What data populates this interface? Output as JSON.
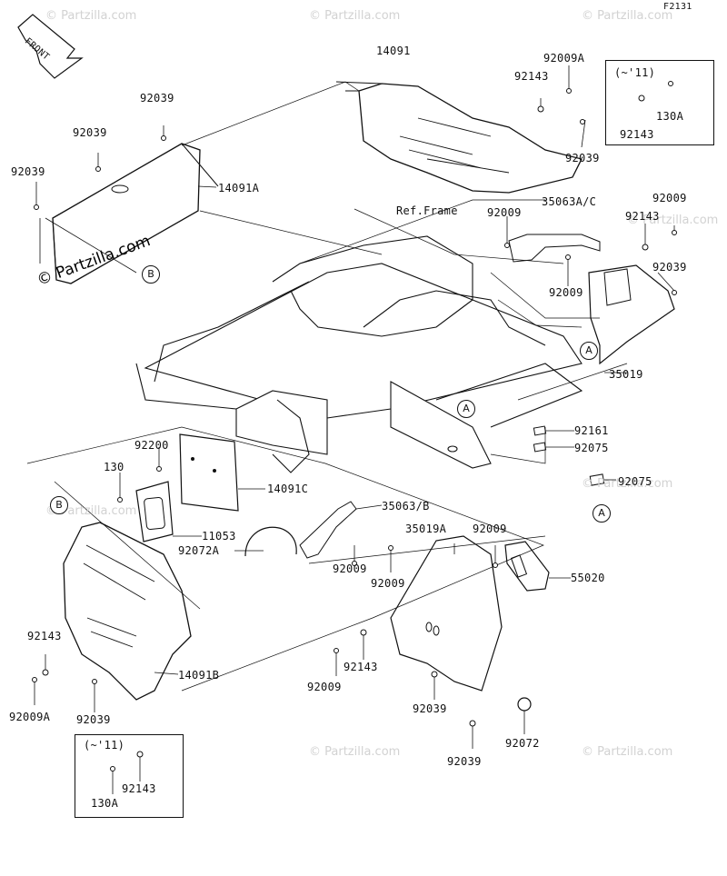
{
  "diagram": {
    "figure_code": "F2131",
    "direction": "FRONT",
    "ref_frame": "Ref.Frame",
    "inset_note": "(~'11)",
    "watermark": "© Partzilla.com",
    "callout_a": "A",
    "callout_b": "B",
    "parts": {
      "p14091": "14091",
      "p14091A": "14091A",
      "p14091B": "14091B",
      "p14091C": "14091C",
      "p92009A_top": "92009A",
      "p92143_top": "92143",
      "p92039_top_right": "92039",
      "p130A_top": "130A",
      "p92143_inset_top": "92143",
      "p92039_a": "92039",
      "p92039_b": "92039",
      "p92039_c": "92039",
      "p35063AC": "35063A/C",
      "p92009_mid": "92009",
      "p92009_mid2": "92009",
      "p92009_right": "92009",
      "p92143_right": "92143",
      "p92039_right": "92039",
      "p35019": "35019",
      "p92161": "92161",
      "p92075_a": "92075",
      "p92075_b": "92075",
      "p92200": "92200",
      "p130": "130",
      "p11053": "11053",
      "p92072A": "92072A",
      "p35063B": "35063/B",
      "p92009_low1": "92009",
      "p92009_low2": "92009",
      "p35019A": "35019A",
      "p92009_low3": "92009",
      "p55020": "55020",
      "p92143_left": "92143",
      "p92009A_left": "92009A",
      "p92039_left": "92039",
      "p92143_mid": "92143",
      "p92009_bottom": "92009",
      "p92039_bottom1": "92039",
      "p92039_bottom2": "92039",
      "p92072": "92072",
      "p92143_inset_bot": "92143",
      "p130A_bot": "130A"
    }
  }
}
